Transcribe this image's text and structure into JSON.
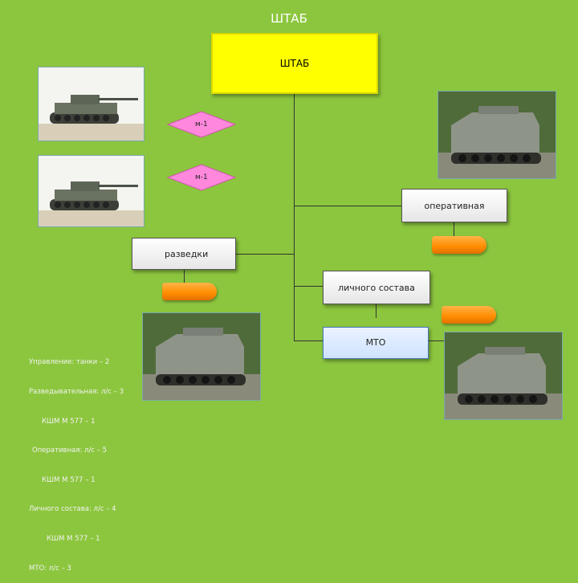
{
  "title": "ШТАБ",
  "hq": {
    "label": "ШТАБ"
  },
  "tanks": [
    {
      "label": "м-1"
    },
    {
      "label": "м-1"
    }
  ],
  "units": {
    "operational": "оперативная",
    "recon": "разведки",
    "personnel": "личного состава",
    "mto": "МТО"
  },
  "summary": [
    "Управление: танки – 2",
    "Разведывательная: л/с – 3",
    "КШМ М 577 – 1",
    "Оперативная: л/с – 5",
    "КШМ М 577 – 1",
    "Личного состава: л/с – 4",
    "КШМ М 577 – 1",
    "МТО: л/с – 3"
  ],
  "colors": {
    "background": "#8cc63e",
    "hq": "#ffff00",
    "diamond": "#ff88dd",
    "pill": "#ff8c00"
  }
}
